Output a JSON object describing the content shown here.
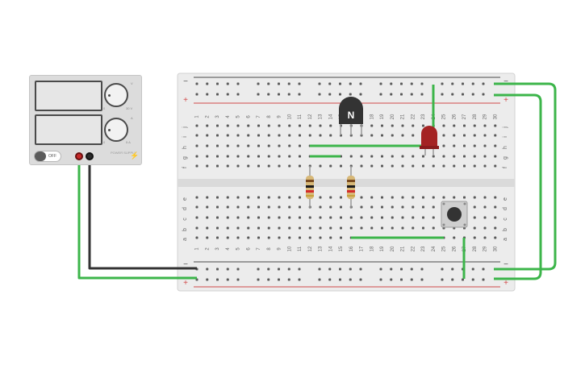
{
  "power_supply": {
    "switch_label": "OFF",
    "knob1_min": "0",
    "knob1_max": "30 V",
    "knob1_tag": "V",
    "knob2_min": "0",
    "knob2_max": "5 A",
    "knob2_tag": "A",
    "brand": "POWER SUPPLY",
    "bolt_icon": "lightning-icon"
  },
  "breadboard": {
    "columns": [
      "1",
      "2",
      "3",
      "4",
      "5",
      "6",
      "7",
      "8",
      "9",
      "10",
      "11",
      "12",
      "13",
      "14",
      "15",
      "16",
      "17",
      "18",
      "19",
      "20",
      "21",
      "22",
      "23",
      "24",
      "25",
      "26",
      "27",
      "28",
      "29",
      "30"
    ],
    "rows_top": [
      "j",
      "i",
      "h",
      "g",
      "f"
    ],
    "rows_bottom": [
      "e",
      "d",
      "c",
      "b",
      "a"
    ],
    "rail_minus": "−",
    "rail_plus": "+"
  },
  "transistor": {
    "label": "N"
  },
  "colors": {
    "wire_green": "#3cb54a",
    "wire_black": "#333333",
    "rail_red": "#d14a4a",
    "rail_dark": "#4a4a4a",
    "led_red": "#a42323",
    "hole": "#5a5a5a",
    "board": "#ececec"
  }
}
